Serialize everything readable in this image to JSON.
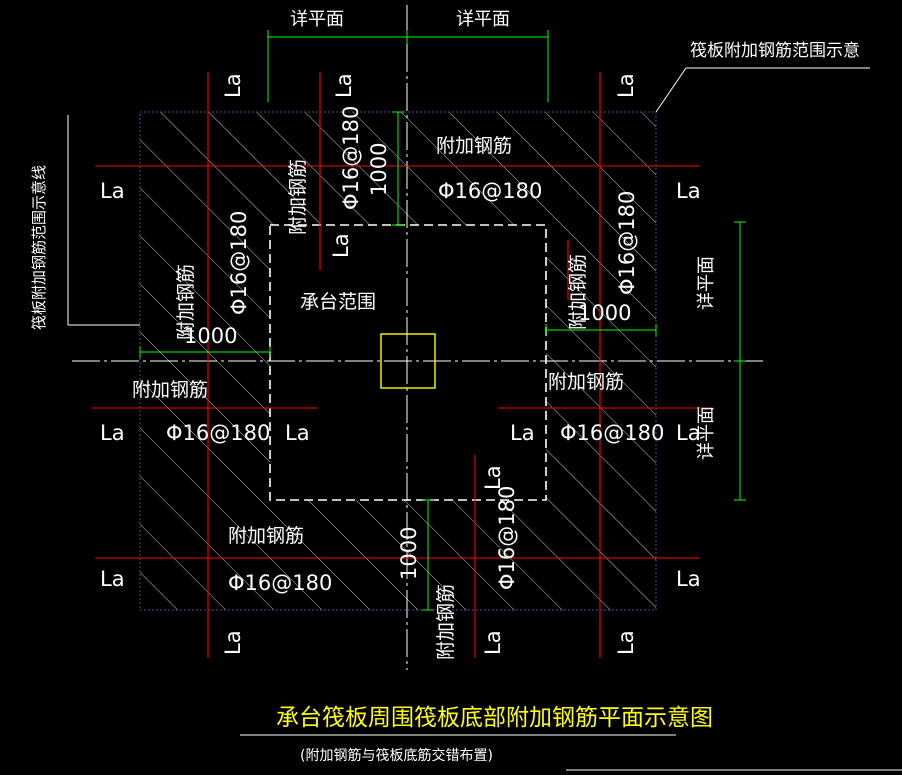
{
  "title": "承台筏板周围筏板底部附加钢筋平面示意图",
  "subtitle": "(附加钢筋与筏板底筋交错布置)",
  "labels": {
    "detail_plan": "详平面",
    "raft_extra_range": "筏板附加钢筋范围示意",
    "raft_extra_line": "筏板附加钢筋范围示意线",
    "pile_cap_range": "承台范围",
    "extra_rebar": "附加钢筋",
    "spec": "Φ16@180",
    "dim_1000": "1000",
    "anchor": "La"
  },
  "colors": {
    "background": "#000000",
    "red_line": "#ff0000",
    "green_dim": "#00ff00",
    "hatch_border": "#4a4aa0",
    "white_line": "#ffffff",
    "yellow": "#ffff00",
    "text": "#ffffff"
  }
}
